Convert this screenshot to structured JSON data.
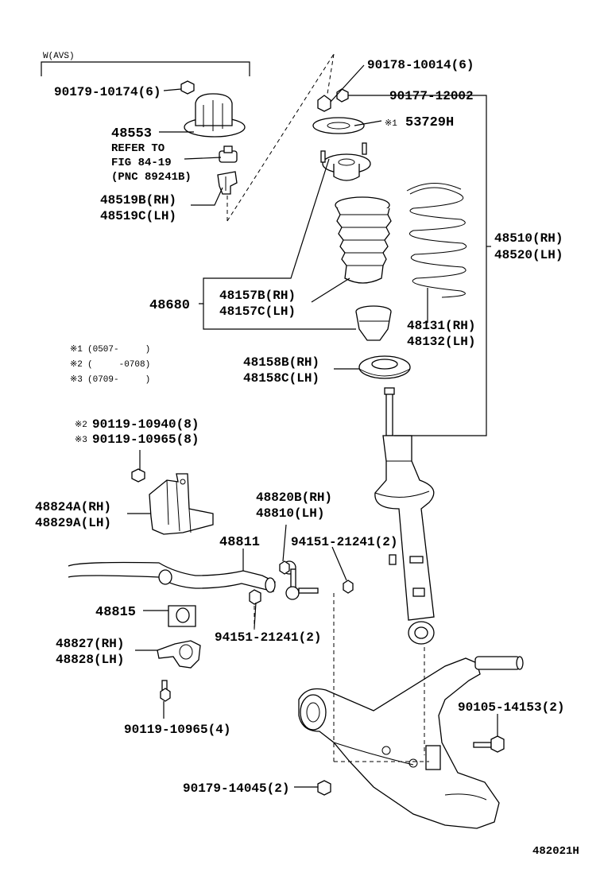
{
  "figure_code": "482021H",
  "avs_bracket_label": "W(AVS)",
  "parts": {
    "p90179_10174": "90179-10174(6)",
    "p48553": "48553",
    "refer1": "REFER TO",
    "refer2": "FIG 84-19",
    "refer3": "(PNC 89241B)",
    "p48519b": "48519B(RH)",
    "p48519c": "48519C(LH)",
    "p90178": "90178-10014(6)",
    "p90177": "90177-12002",
    "p53729h_mark": "※1",
    "p53729h": "53729H",
    "p48510": "48510(RH)",
    "p48520": "48520(LH)",
    "p48680": "48680",
    "p48157b": "48157B(RH)",
    "p48157c": "48157C(LH)",
    "p48131": "48131(RH)",
    "p48132": "48132(LH)",
    "p48158b": "48158B(RH)",
    "p48158c": "48158C(LH)",
    "p90119_10940_mark": "※2",
    "p90119_10940": "90119-10940(8)",
    "p90119_10965_mark": "※3",
    "p90119_10965_8": "90119-10965(8)",
    "p48824a": "48824A(RH)",
    "p48829a": "48829A(LH)",
    "p48820b": "48820B(RH)",
    "p48810": "48810(LH)",
    "p48811": "48811",
    "p94151_a": "94151-21241(2)",
    "p94151_b": "94151-21241(2)",
    "p48815": "48815",
    "p48827": "48827(RH)",
    "p48828": "48828(LH)",
    "p90119_10965_4": "90119-10965(4)",
    "p90105": "90105-14153(2)",
    "p90179_14045": "90179-14045(2)"
  },
  "notes": [
    {
      "mark": "※1",
      "range": "(0507-     )"
    },
    {
      "mark": "※2",
      "range": "(     -0708)"
    },
    {
      "mark": "※3",
      "range": "(0709-     )"
    }
  ]
}
